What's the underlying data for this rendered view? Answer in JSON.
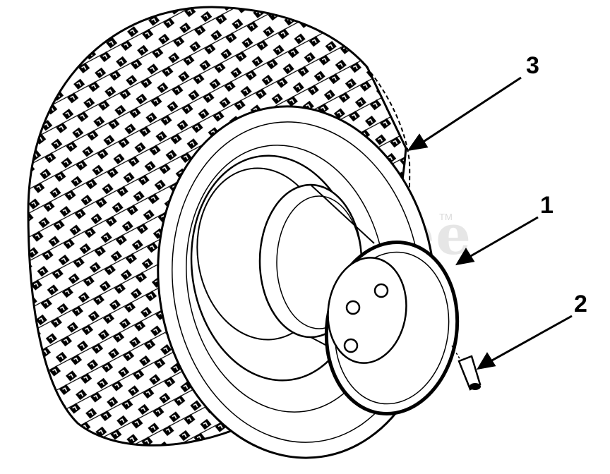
{
  "diagram": {
    "watermark": "PartsTree",
    "trademark": "TM",
    "callouts": [
      {
        "label": "1",
        "part": "rim"
      },
      {
        "label": "2",
        "part": "valve-stem"
      },
      {
        "label": "3",
        "part": "tire"
      }
    ]
  }
}
